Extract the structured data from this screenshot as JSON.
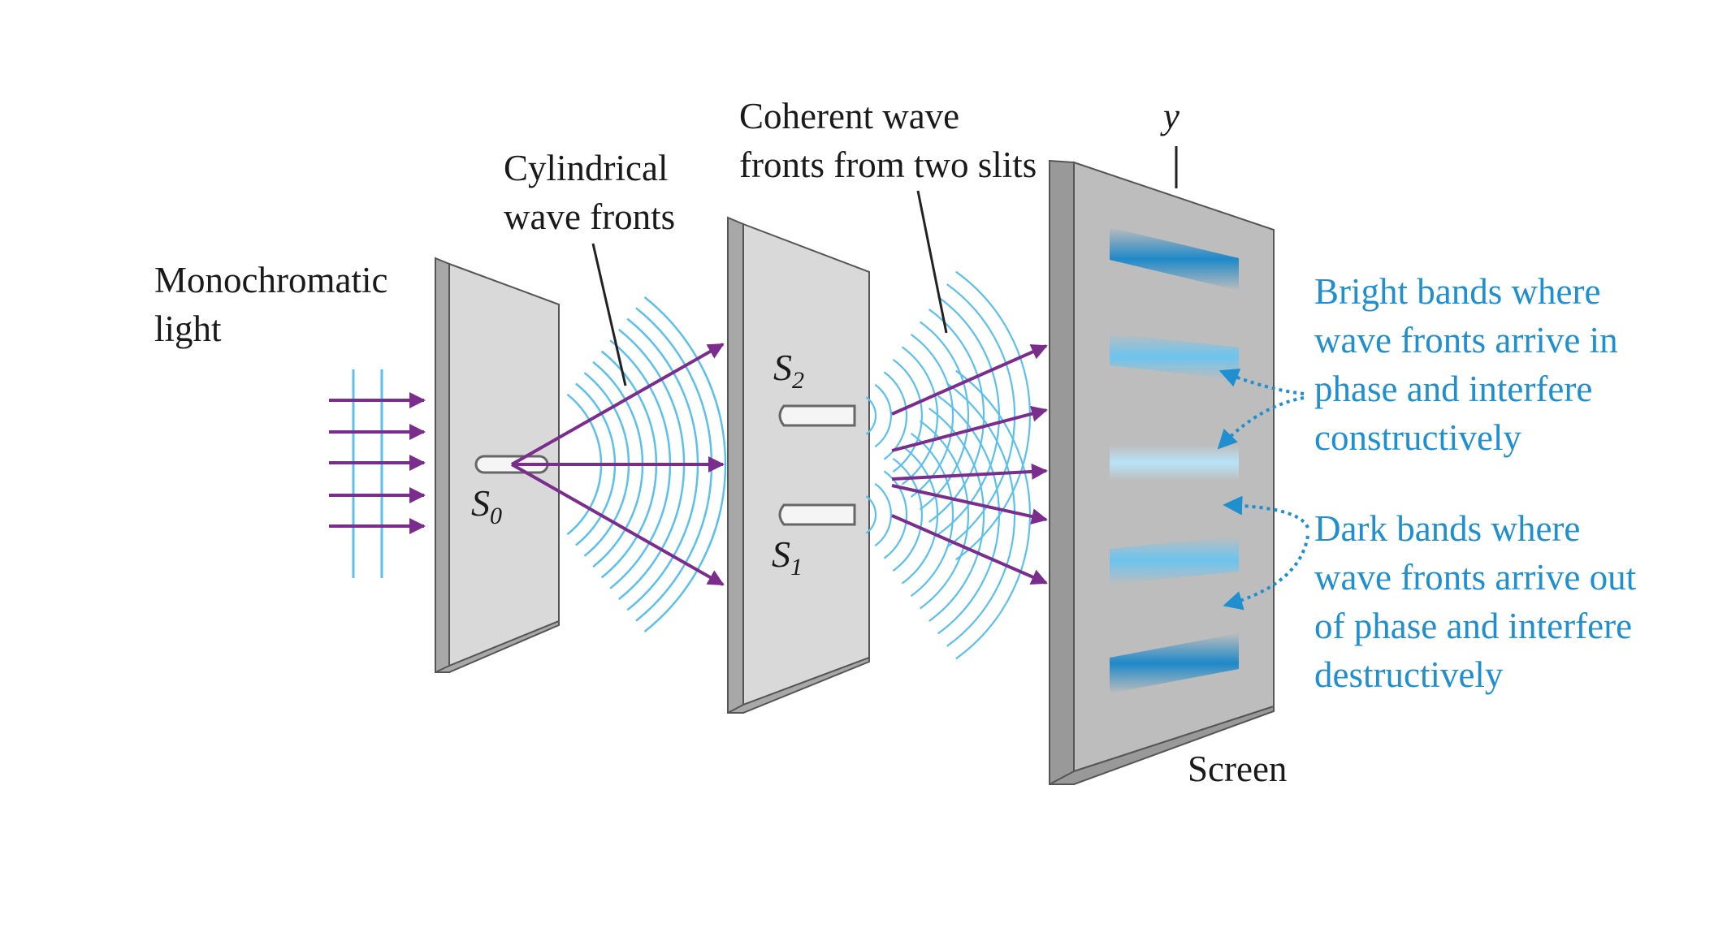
{
  "labels": {
    "monochromatic": [
      "Monochromatic",
      "light"
    ],
    "cylindrical": [
      "Cylindrical",
      "wave fronts"
    ],
    "coherent": [
      "Coherent wave",
      "fronts from two slits"
    ],
    "axis_y": "y",
    "screen": "Screen",
    "bright": [
      "Bright bands where",
      "wave fronts arrive in",
      "phase and interfere",
      "constructively"
    ],
    "dark": [
      "Dark bands where",
      "wave fronts arrive out",
      "of phase and interfere",
      "destructively"
    ]
  },
  "slits": {
    "s0": {
      "letter": "S",
      "sub": "0"
    },
    "s1": {
      "letter": "S",
      "sub": "1"
    },
    "s2": {
      "letter": "S",
      "sub": "2"
    }
  },
  "colors": {
    "arrow": "#7b2d8e",
    "wave": "#5bc0ee",
    "annotation": "#1f8fcf",
    "panel_face": "#d9d9d9",
    "screen_face": "#bdbdbd",
    "band": "#1e88c8"
  }
}
